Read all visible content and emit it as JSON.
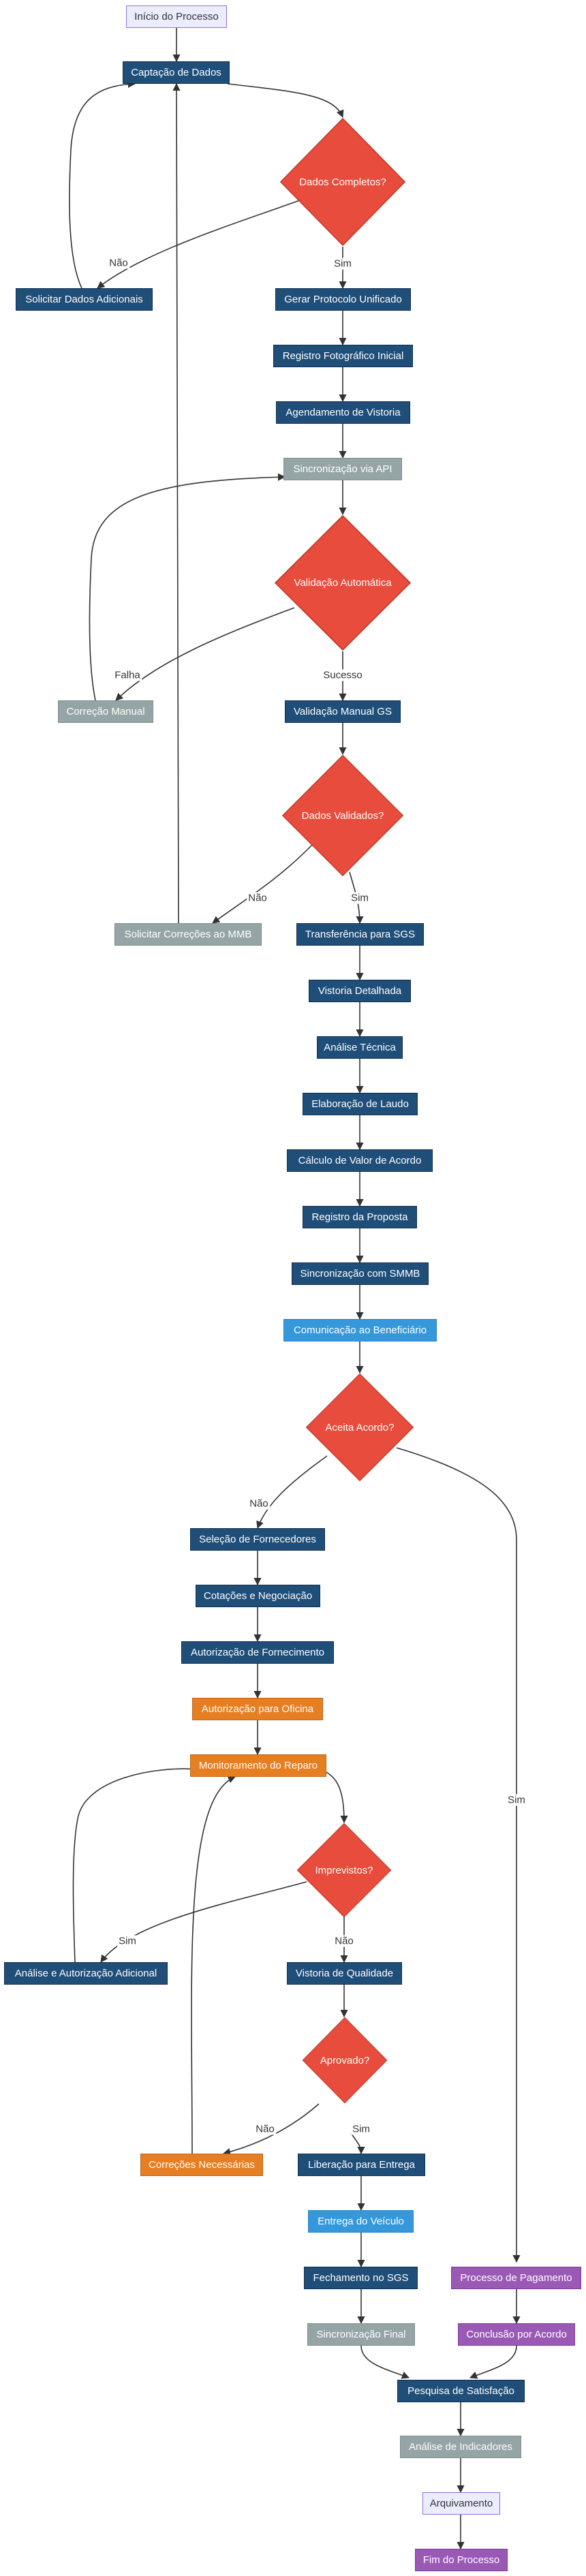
{
  "colors": {
    "start": "#ececff",
    "process": "#1f4e79",
    "decision": "#e74c3c",
    "neutral": "#95a5a6",
    "communication": "#3498db",
    "repair": "#e67e22",
    "closing": "#9b59b6",
    "edge": "#333333"
  },
  "nodes": {
    "inicio": "Início do Processo",
    "captacao": "Captação de Dados",
    "dados_completos": "Dados Completos?",
    "solicitar_dados": "Solicitar Dados Adicionais",
    "gerar_protocolo": "Gerar Protocolo Unificado",
    "registro_foto": "Registro Fotográfico Inicial",
    "agendamento": "Agendamento de Vistoria",
    "sincronizacao_api": "Sincronização via API",
    "validacao_auto": "Validação Automática",
    "correcao_manual": "Correção Manual",
    "validacao_manual": "Validação Manual GS",
    "dados_validados": "Dados Validados?",
    "solicitar_correcoes": "Solicitar Correções ao MMB",
    "transferencia": "Transferência para SGS",
    "vistoria_detalhada": "Vistoria Detalhada",
    "analise_tecnica": "Análise Técnica",
    "elaboracao_laudo": "Elaboração de Laudo",
    "calculo_valor": "Cálculo de Valor de Acordo",
    "registro_proposta": "Registro da Proposta",
    "sincronizacao_smmb": "Sincronização com SMMB",
    "comunicacao": "Comunicação ao Beneficiário",
    "aceita_acordo": "Aceita Acordo?",
    "selecao_fornecedores": "Seleção de Fornecedores",
    "cotacoes": "Cotações e Negociação",
    "autorizacao_fornecimento": "Autorização de Fornecimento",
    "autorizacao_oficina": "Autorização para Oficina",
    "monitoramento": "Monitoramento do Reparo",
    "imprevistos": "Imprevistos?",
    "analise_autorizacao": "Análise e Autorização Adicional",
    "vistoria_qualidade": "Vistoria de Qualidade",
    "aprovado": "Aprovado?",
    "correcoes_necessarias": "Correções Necessárias",
    "liberacao_entrega": "Liberação para Entrega",
    "entrega_veiculo": "Entrega do Veículo",
    "fechamento_sgs": "Fechamento no SGS",
    "sincronizacao_final": "Sincronização Final",
    "processo_pagamento": "Processo de Pagamento",
    "conclusao_acordo": "Conclusão por Acordo",
    "pesquisa_satisfacao": "Pesquisa de Satisfação",
    "analise_indicadores": "Análise de Indicadores",
    "arquivamento": "Arquivamento",
    "fim": "Fim do Processo"
  },
  "edge_labels": {
    "nao_1": "Não",
    "sim_1": "Sim",
    "falha": "Falha",
    "sucesso": "Sucesso",
    "nao_2": "Não",
    "sim_2": "Sim",
    "nao_3": "Não",
    "sim_3": "Sim",
    "sim_4": "Sim",
    "nao_4": "Não",
    "nao_5": "Não",
    "sim_5": "Sim"
  }
}
